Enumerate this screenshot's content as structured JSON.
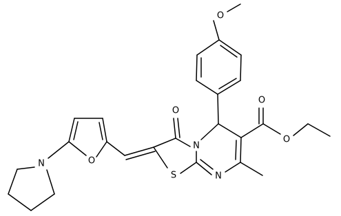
{
  "structure": {
    "atom_labels": {
      "o_methoxy": "O",
      "o_carbonyl_ring": "O",
      "o_ester_carbonyl": "O",
      "o_ester_ether": "O",
      "n_bridgehead": "N",
      "s_thiazole": "S",
      "n_pyrimidine": "N",
      "o_furan": "O",
      "n_pyrrolidine": "N"
    }
  },
  "colors": {
    "bond": "#000000",
    "label": "#000000",
    "background": "#ffffff"
  }
}
